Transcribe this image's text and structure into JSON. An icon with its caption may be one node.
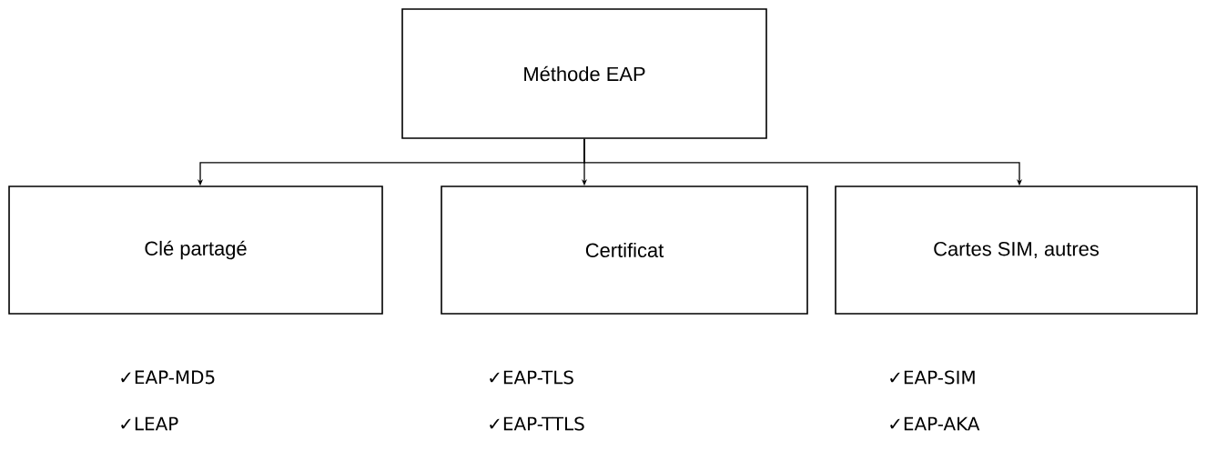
{
  "diagram": {
    "nodes": [
      {
        "text": [
          "Méthode EAP"
        ]
      },
      {
        "text": [
          "Clé partagé"
        ]
      },
      {
        "text": [
          "Certificat"
        ]
      },
      {
        "text": [
          "Cartes SIM, autres"
        ]
      }
    ],
    "edges": [
      {
        "from": 0,
        "to": 1,
        "arrow": "to"
      },
      {
        "from": 0,
        "to": 2,
        "arrow": "to"
      },
      {
        "from": 0,
        "to": 3,
        "arrow": "to"
      }
    ],
    "labels": [
      "✓EAP-MD5",
      "✓EAP-TLS",
      "✓EAP-SIM",
      "✓LEAP",
      "✓EAP-TTLS",
      "✓EAP-AKA"
    ]
  }
}
